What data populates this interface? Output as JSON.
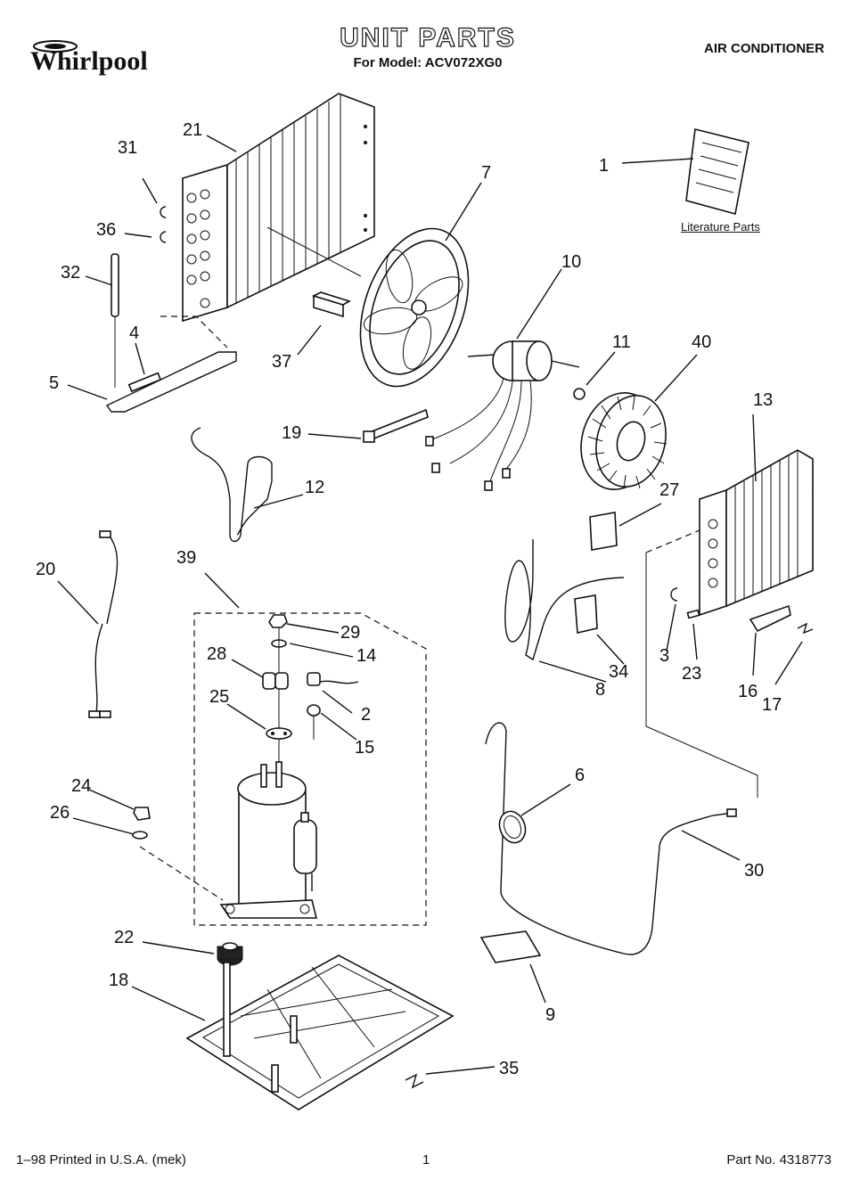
{
  "header": {
    "brand": "Whirlpool",
    "title": "UNIT PARTS",
    "subtitle": "For Model: ACV072XG0",
    "product": "AIR CONDITIONER"
  },
  "literature_label": "Literature Parts",
  "footer": {
    "left": "1–98 Printed in U.S.A. (mek)",
    "center": "1",
    "right": "Part No. 4318773"
  },
  "callouts": [
    "1",
    "2",
    "3",
    "4",
    "5",
    "6",
    "7",
    "8",
    "9",
    "10",
    "11",
    "12",
    "13",
    "14",
    "15",
    "16",
    "17",
    "18",
    "19",
    "20",
    "21",
    "22",
    "23",
    "24",
    "25",
    "26",
    "27",
    "28",
    "29",
    "30",
    "31",
    "32",
    "34",
    "35",
    "36",
    "37",
    "39",
    "40"
  ]
}
